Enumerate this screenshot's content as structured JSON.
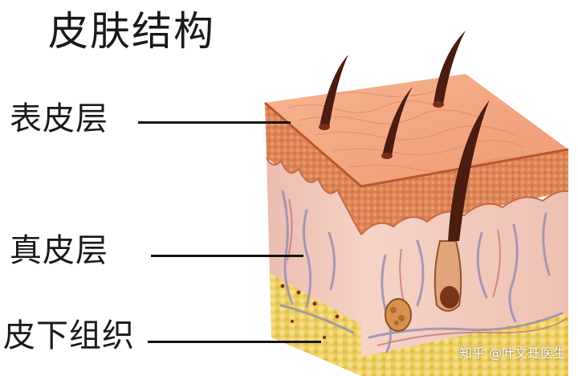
{
  "title": "皮肤结构",
  "labels": {
    "epidermis": "表皮层",
    "dermis": "真皮层",
    "subcutaneous": "皮下组织"
  },
  "watermark": "知乎 @叶文珏医生",
  "colors": {
    "surface_top": "#f3a783",
    "epidermis_band": "#d77a4e",
    "dermis_pink": "#f1c3b6",
    "fat_yellow": "#e9c85a",
    "hair": "#4a1d10",
    "vessel": "#9a8fb0",
    "text": "#1a1a1a"
  }
}
